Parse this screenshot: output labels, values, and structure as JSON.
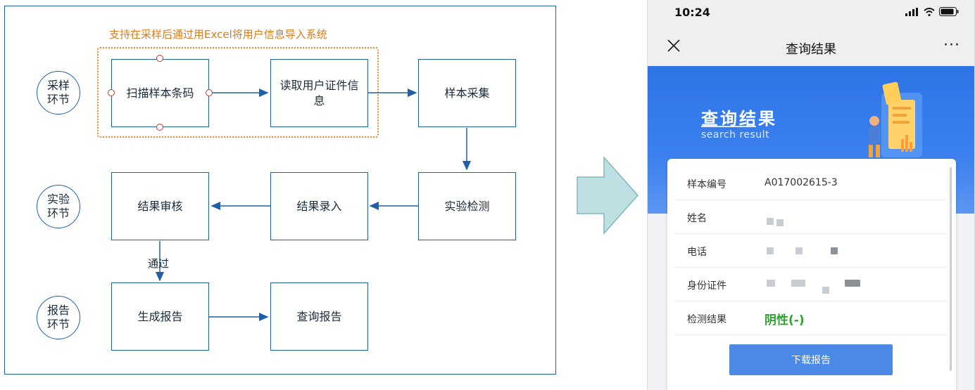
{
  "flowchart": {
    "dotted_note": "支持在采样后通过用Excel将用户信息导入系统",
    "stages": {
      "sampling": "采样环节",
      "lab": "实验环节",
      "report": "报告环节"
    },
    "steps": {
      "scan_barcode": "扫描样本条码",
      "read_id": "读取用户证件信息",
      "collect_sample": "样本采集",
      "lab_test": "实验检测",
      "enter_results": "结果录入",
      "review_results": "结果审核",
      "generate_report": "生成报告",
      "query_report": "查询报告"
    },
    "edge_labels": {
      "approved": "通过"
    },
    "colors": {
      "line": "#1f5fa8",
      "note": "#e07a18",
      "handle": "#c0392b"
    }
  },
  "arrow": {
    "fill": "#bfe0e3",
    "stroke": "#7fb7bd"
  },
  "phone": {
    "status_time": "10:24",
    "nav_title": "查询结果",
    "nav_more": "···",
    "banner_title": "查询结果",
    "banner_subtitle": "search result",
    "fields": [
      {
        "key": "样本编号",
        "value": "A017002615-3"
      },
      {
        "key": "姓名",
        "value": ""
      },
      {
        "key": "电话",
        "value": ""
      },
      {
        "key": "身份证件",
        "value": ""
      },
      {
        "key": "检测结果",
        "value": "阴性(-)"
      }
    ],
    "download_button": "下载报告",
    "colors": {
      "banner": "#2f74e8",
      "button": "#4a8ae6",
      "negative": "#2fa12f"
    }
  }
}
